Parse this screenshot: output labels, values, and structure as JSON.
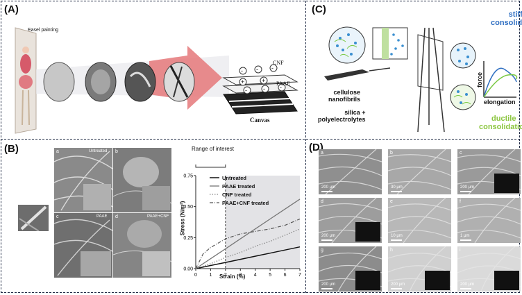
{
  "panels": {
    "A": {
      "label": "(A)",
      "easel_label": "Easel painting",
      "layers": {
        "top": "CNF",
        "middle": "PAAE",
        "bottom": "Canvas"
      }
    },
    "B": {
      "label": "(B)",
      "sem_labels": [
        "a",
        "Untreated",
        "b",
        "c",
        "PAAE",
        "d",
        "PAAE+CNF"
      ],
      "chart": {
        "range_label": "Range of interest",
        "legend": [
          "Untreated",
          "PAAE treated",
          "CNF treated",
          "PAAE+CNF treated"
        ]
      }
    },
    "C": {
      "label": "(C)",
      "stiff": "stiff\nconsolidation",
      "ductile": "ductile\nconsolidation",
      "cellulose": "cellulose\nnanofibrils",
      "silica": "silica +\npolyelectrolytes",
      "force": "force",
      "elongation": "elongation"
    },
    "D": {
      "label": "(D)",
      "tiles": [
        {
          "id": "a",
          "scale": "200 μm",
          "inset": false
        },
        {
          "id": "b",
          "scale": "30 μm",
          "inset": false
        },
        {
          "id": "c",
          "scale": "200 μm",
          "inset": true
        },
        {
          "id": "d",
          "scale": "200 μm",
          "inset": true
        },
        {
          "id": "e",
          "scale": "10 μm",
          "inset": false
        },
        {
          "id": "f",
          "scale": "1 μm",
          "inset": false
        },
        {
          "id": "g",
          "scale": "200 μm",
          "inset": true
        },
        {
          "id": "h",
          "scale": "200 μm",
          "inset": true
        },
        {
          "id": "i",
          "scale": "200 μm",
          "inset": true
        }
      ]
    }
  },
  "chart_data": {
    "type": "line",
    "xlabel": "Strain (%)",
    "ylabel": "Stress (N/m²)",
    "xlim": [
      0,
      7
    ],
    "ylim": [
      0,
      0.75
    ],
    "xticks": [
      0,
      1,
      2,
      3,
      4,
      5,
      6,
      7
    ],
    "yticks": [
      0.0,
      0.25,
      0.5,
      0.75
    ],
    "shaded_range": [
      2,
      7
    ],
    "series": [
      {
        "name": "Untreated",
        "style": "solid-dark",
        "x": [
          0,
          1,
          2,
          3,
          4,
          5,
          6,
          7
        ],
        "y": [
          0,
          0.025,
          0.05,
          0.075,
          0.1,
          0.125,
          0.15,
          0.175
        ]
      },
      {
        "name": "PAAE treated",
        "style": "solid-gray",
        "x": [
          0,
          1,
          2,
          3,
          4,
          5,
          6,
          7
        ],
        "y": [
          0,
          0.08,
          0.16,
          0.24,
          0.32,
          0.4,
          0.48,
          0.56
        ]
      },
      {
        "name": "CNF treated",
        "style": "dotted",
        "x": [
          0,
          1,
          2,
          3,
          4,
          5,
          6,
          7
        ],
        "y": [
          0,
          0.04,
          0.09,
          0.13,
          0.18,
          0.22,
          0.27,
          0.32
        ]
      },
      {
        "name": "PAAE+CNF treated",
        "style": "dashdot",
        "x": [
          0,
          0.5,
          1,
          2,
          3,
          4,
          5,
          6,
          7
        ],
        "y": [
          0,
          0.12,
          0.17,
          0.24,
          0.28,
          0.3,
          0.32,
          0.35,
          0.4
        ]
      }
    ]
  }
}
